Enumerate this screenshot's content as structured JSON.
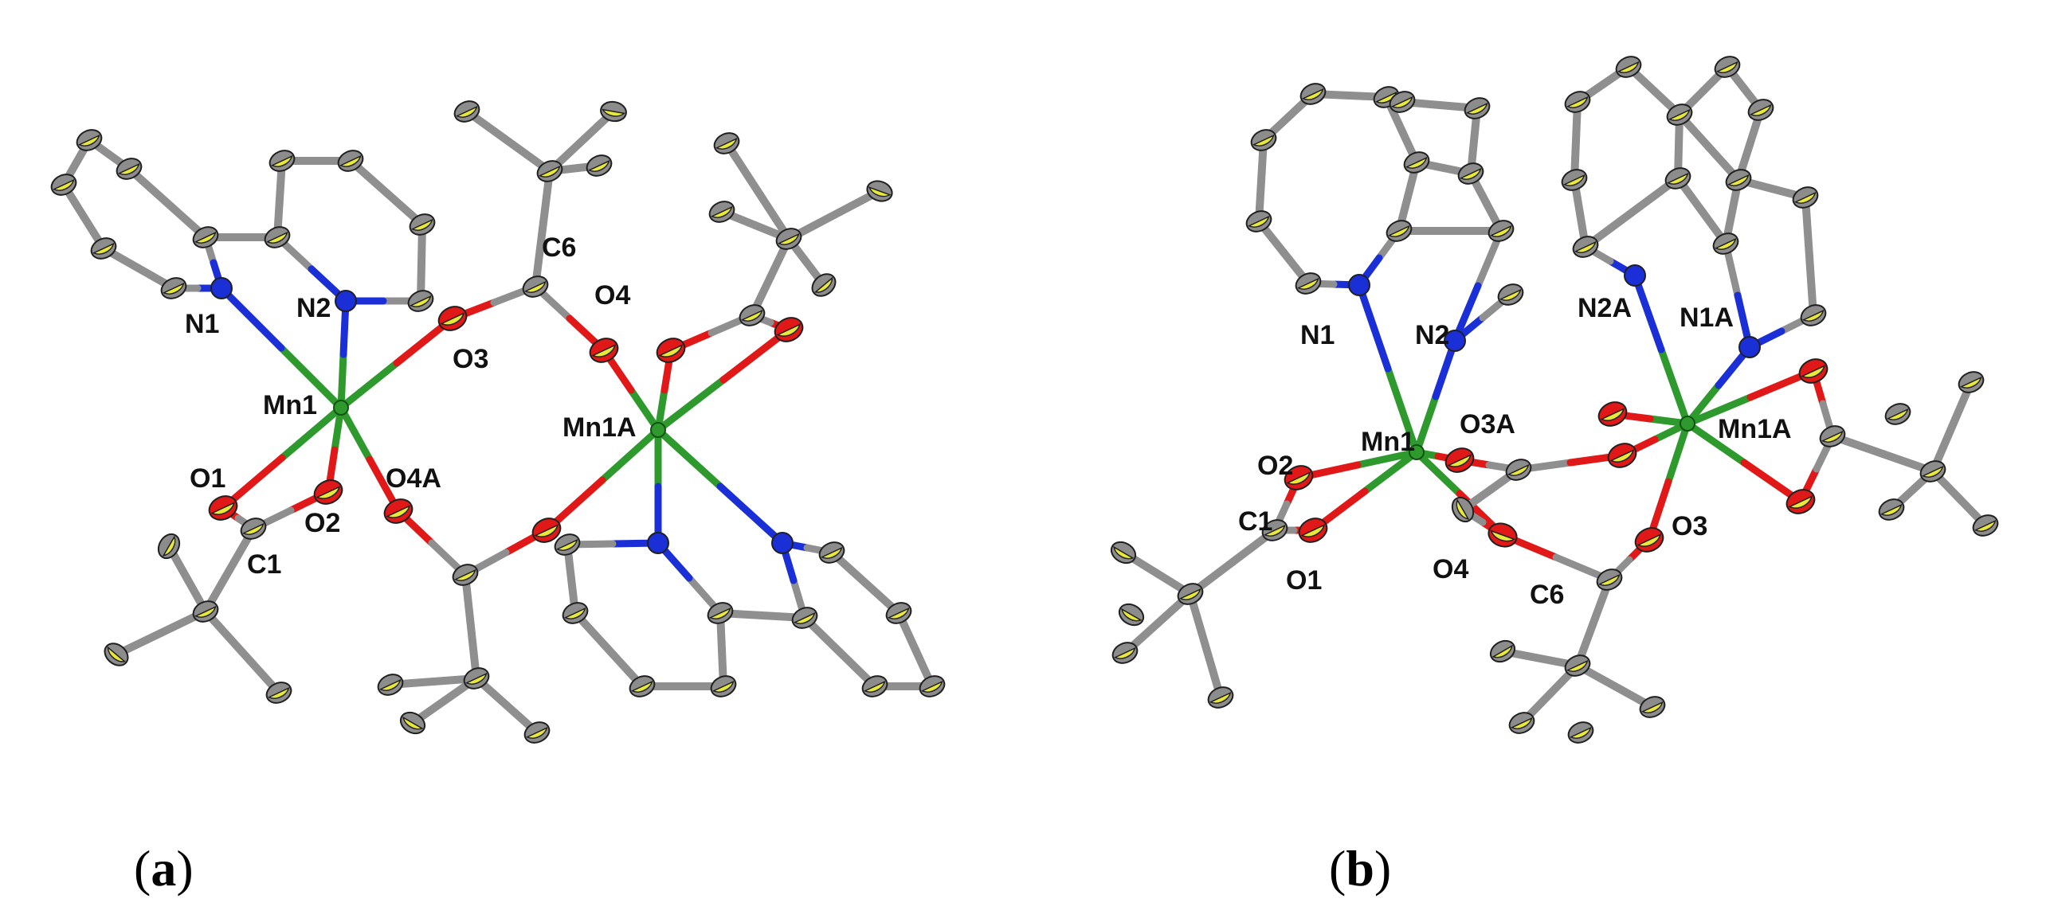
{
  "colors": {
    "background": "#ffffff",
    "manganese": "#2e9a2e",
    "nitrogen": "#1a2fd6",
    "oxygen": "#e01818",
    "carbon_fill": "#8c8c8c",
    "carbon_cap": "#e8e83a",
    "bond_carbon": "#8f8f8f",
    "outline": "#202020"
  },
  "panels": [
    {
      "tag": "a",
      "labels": {
        "n1": "N1",
        "n2": "N2",
        "mn1": "Mn1",
        "o3": "O3",
        "c6": "C6",
        "o4": "O4",
        "mn1a": "Mn1A",
        "o1": "O1",
        "o2": "O2",
        "o4a": "O4A",
        "c1": "C1"
      }
    },
    {
      "tag": "b",
      "labels": {
        "n1": "N1",
        "n2": "N2",
        "n2a": "N2A",
        "n1a": "N1A",
        "mn1": "Mn1",
        "o3a": "O3A",
        "mn1a": "Mn1A",
        "o2": "O2",
        "c1": "C1",
        "o1": "O1",
        "o4": "O4",
        "c6": "C6",
        "o3": "O3"
      }
    }
  ]
}
